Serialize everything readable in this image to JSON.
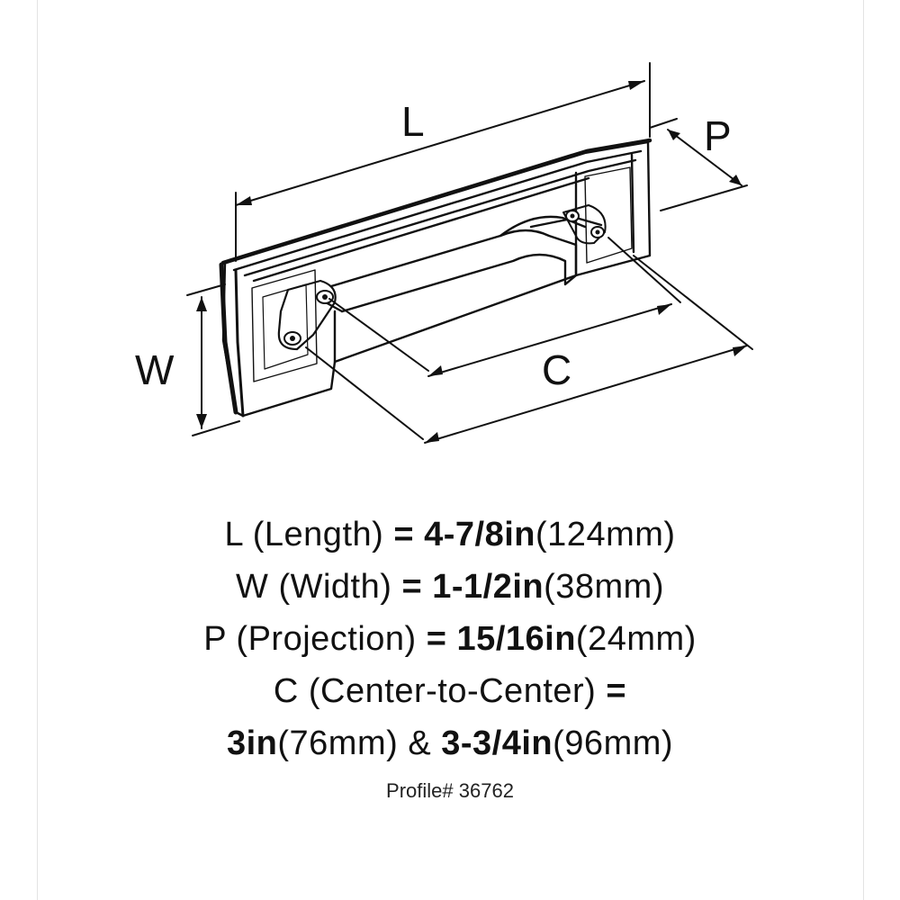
{
  "diagram": {
    "labels": {
      "length": "L",
      "projection": "P",
      "width": "W",
      "center": "C"
    }
  },
  "specs": [
    {
      "letter": "L",
      "name": "(Length)",
      "eq": "=",
      "value_bold": "4-7/8in",
      "value_mm": "(124mm)"
    },
    {
      "letter": "W",
      "name": "(Width)",
      "eq": "=",
      "value_bold": "1-1/2in",
      "value_mm": "(38mm)"
    },
    {
      "letter": "P",
      "name": "(Projection)",
      "eq": "=",
      "value_bold": "15/16in",
      "value_mm": "(24mm)"
    },
    {
      "letter": "C",
      "name": "(Center-to-Center)",
      "eq": "="
    },
    {
      "value1_bold": "3in",
      "value1_mm": "(76mm)",
      "amp": "&",
      "value2_bold": "3-3/4in",
      "value2_mm": "(96mm)"
    }
  ],
  "profile": "Profile# 36762"
}
